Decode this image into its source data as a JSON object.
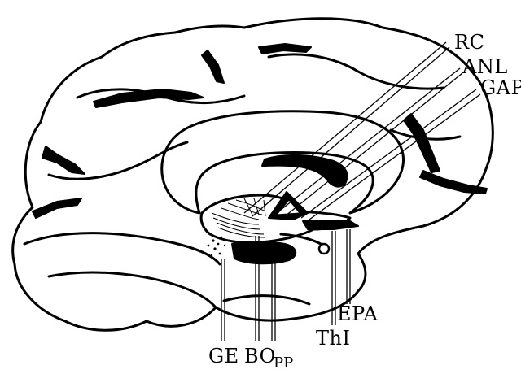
{
  "labels": {
    "rc": "RC",
    "anl": "ANL",
    "gap": "GAP",
    "epa": "EPA",
    "thi": "ThI",
    "ge": "GE",
    "bo": "BO",
    "pp": "PP"
  },
  "colors": {
    "ink": "#000000",
    "paper": "#ffffff"
  }
}
